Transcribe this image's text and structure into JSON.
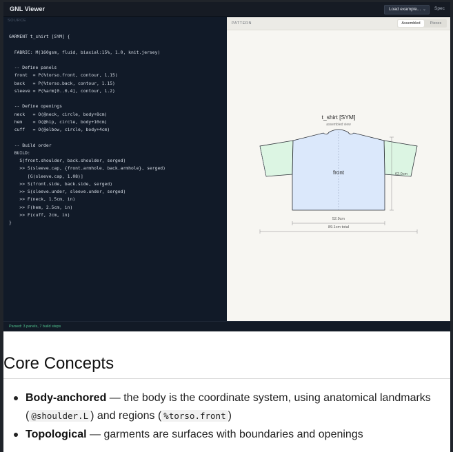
{
  "app": {
    "title": "GNL Viewer",
    "load_example_label": "Load example...",
    "spec_label": "Spec"
  },
  "source": {
    "header": "SOURCE",
    "code_lines": [
      "GARMENT t_shirt [SYM] {",
      "",
      "  FABRIC: M(160gsm, fluid, biaxial:15%, 1.0, knit.jersey)",
      "",
      "  -- Define panels",
      "  front  = P(%torso.front, contour, 1.15)",
      "  back   = P(%torso.back, contour, 1.15)",
      "  sleeve = P(%arm[0..0.4], contour, 1.2)",
      "",
      "  -- Define openings",
      "  neck   = O(@neck, circle, body+8cm)",
      "  hem    = O(@hip, circle, body+10cm)",
      "  cuff   = O(@elbow, circle, body+4cm)",
      "",
      "  -- Build order",
      "  BUILD:",
      "    S(front.shoulder, back.shoulder, serged)",
      "    >> S(sleeve.cap, {front.armhole, back.armhole}, serged)",
      "       [G(sleeve.cap, 1.08)]",
      "    >> S(front.side, back.side, serged)",
      "    >> S(sleeve.under, sleeve.under, serged)",
      "    >> F(neck, 1.5cm, in)",
      "    >> F(hem, 2.5cm, in)",
      "    >> F(cuff, 2cm, in)",
      "}"
    ]
  },
  "pattern": {
    "header": "PATTERN",
    "tabs": [
      {
        "label": "Assembled",
        "active": true
      },
      {
        "label": "Pieces",
        "active": false
      }
    ],
    "garment_title": "t_shirt [SYM]",
    "view_label": "assembled view",
    "front_label": "front",
    "height_dim": "62.0cm",
    "width_dim": "52.9cm",
    "total_dim": "89.1cm total",
    "colors": {
      "body_fill": "#dbe8fb",
      "sleeve_fill": "#dcf5e3",
      "outline": "#2b2f36"
    }
  },
  "status": {
    "text": "Parsed: 3 panels, 7 build steps"
  },
  "doc": {
    "heading": "Core Concepts",
    "items": [
      {
        "term": "Body-anchored",
        "text_before": " — the body is the coordinate system, using anatomical landmarks (",
        "code1": "@shoulder.L",
        "text_mid": ") and regions (",
        "code2": "%torso.front",
        "text_after": ")"
      },
      {
        "term": "Topological",
        "text_before": " — garments are surfaces with boundaries and openings"
      }
    ]
  }
}
